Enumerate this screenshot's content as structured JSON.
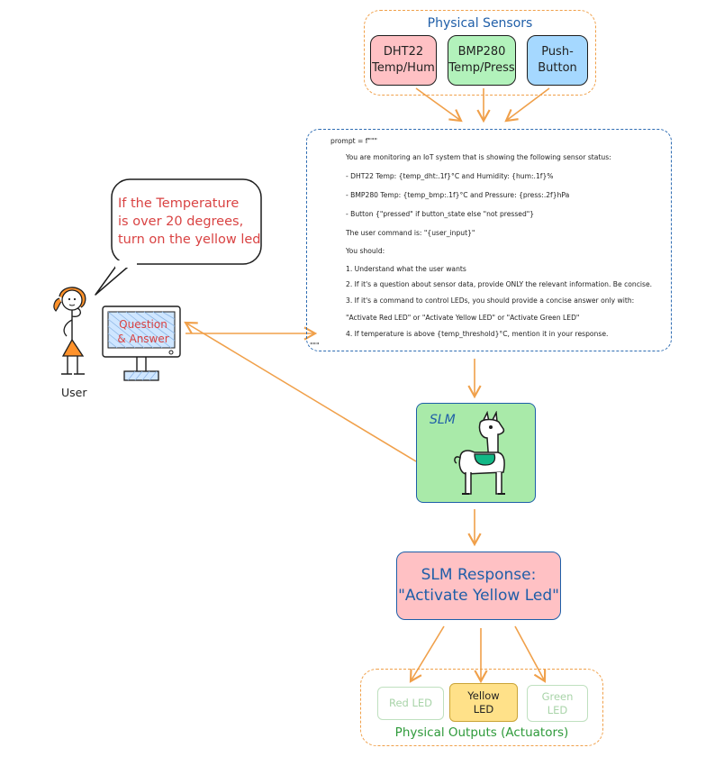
{
  "sensors": {
    "title": "Physical Sensors",
    "items": [
      {
        "label": "DHT22\nTemp/Hum",
        "color": "#ffc1c4"
      },
      {
        "label": "BMP280\nTemp/Press",
        "color": "#b2f2bb"
      },
      {
        "label": "Push-\nButton",
        "color": "#a5d8ff"
      }
    ]
  },
  "prompt": {
    "lines": [
      "prompt = f\"\"\"",
      "You are monitoring an IoT system that is showing the following sensor status:",
      "- DHT22 Temp: {temp_dht:.1f}°C and Humidity: {hum:.1f}%",
      "- BMP280 Temp: {temp_bmp:.1f}°C and Pressure: {press:.2f}hPa",
      "- Button {\"pressed\" if button_state else \"not pressed\"}",
      "The user command is: \"{user_input}\"",
      "You should:",
      "1. Understand what the user wants",
      "2. If it's a question about sensor data, provide ONLY the relevant information. Be concise.",
      "3. If it's a command to control LEDs, you should provide a concise answer only with:",
      "\"Activate Red LED\" or \"Activate Yellow LED\" or \"Activate Green LED\"",
      "4. If temperature is above {temp_threshold}°C, mention it in your response.",
      "\"\"\""
    ]
  },
  "bubble": {
    "lines": [
      "If the Temperature",
      "is over 20 degrees,",
      "turn on the yellow led"
    ]
  },
  "screen": {
    "lines": [
      "Question",
      "& Answer"
    ]
  },
  "user": {
    "label": "User"
  },
  "slm": {
    "label": "SLM",
    "icon": "llama-icon"
  },
  "response": {
    "title": "SLM Response:",
    "text": "\"Activate Yellow Led\""
  },
  "outputs": {
    "title": "Physical Outputs (Actuators)",
    "leds": [
      {
        "label": "Red LED",
        "state": "off"
      },
      {
        "label": "Yellow\nLED",
        "state": "on"
      },
      {
        "label": "Green\nLED",
        "state": "off"
      }
    ]
  },
  "colors": {
    "accent_orange": "#f0a04a",
    "accent_blue": "#2f6db3",
    "question_red": "#d94343",
    "outputs_green": "#2e9a3a"
  }
}
